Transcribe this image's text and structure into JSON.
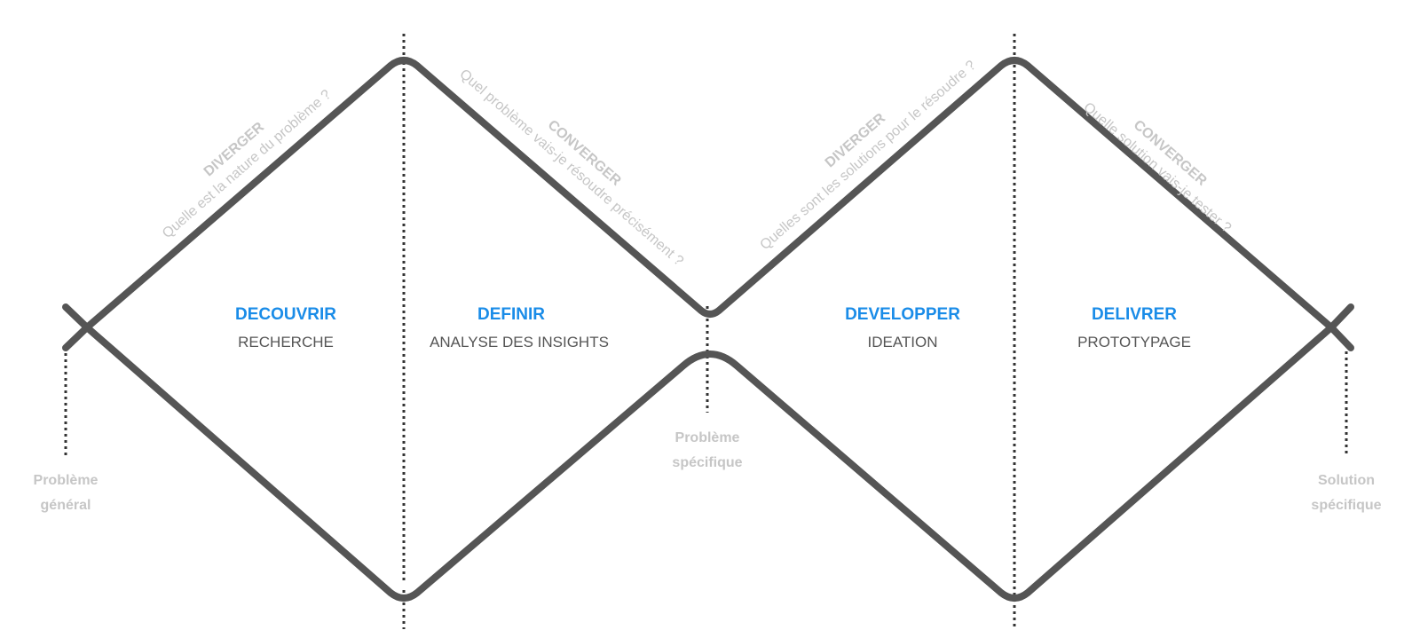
{
  "colors": {
    "line": "#555555",
    "phase_title": "#1a8ce8",
    "phase_sub": "#555555",
    "annotation": "#c6c6c6",
    "divider": "#333333"
  },
  "phases": [
    {
      "title": "DECOUVRIR",
      "subtitle": "RECHERCHE"
    },
    {
      "title": "DEFINIR",
      "subtitle": "ANALYSE DES INSIGHTS"
    },
    {
      "title": "DEVELOPPER",
      "subtitle": "IDEATION"
    },
    {
      "title": "DELIVRER",
      "subtitle": "PROTOTYPAGE"
    }
  ],
  "edges": [
    {
      "mode": "DIVERGER",
      "question": "Quelle est la nature du problème ?"
    },
    {
      "mode": "CONVERGER",
      "question": "Quel  problème vais-je résoudre précisément ?"
    },
    {
      "mode": "DIVERGER",
      "question": "Quelles sont les solutions pour le résoudre ?"
    },
    {
      "mode": "CONVERGER",
      "question": "Quelle solution vais-je tester ?"
    }
  ],
  "endpoints": {
    "start": {
      "line1": "Problème",
      "line2": "général"
    },
    "middle": {
      "line1": "Problème",
      "line2": "spécifique"
    },
    "end": {
      "line1": "Solution",
      "line2": "spécifique"
    }
  }
}
